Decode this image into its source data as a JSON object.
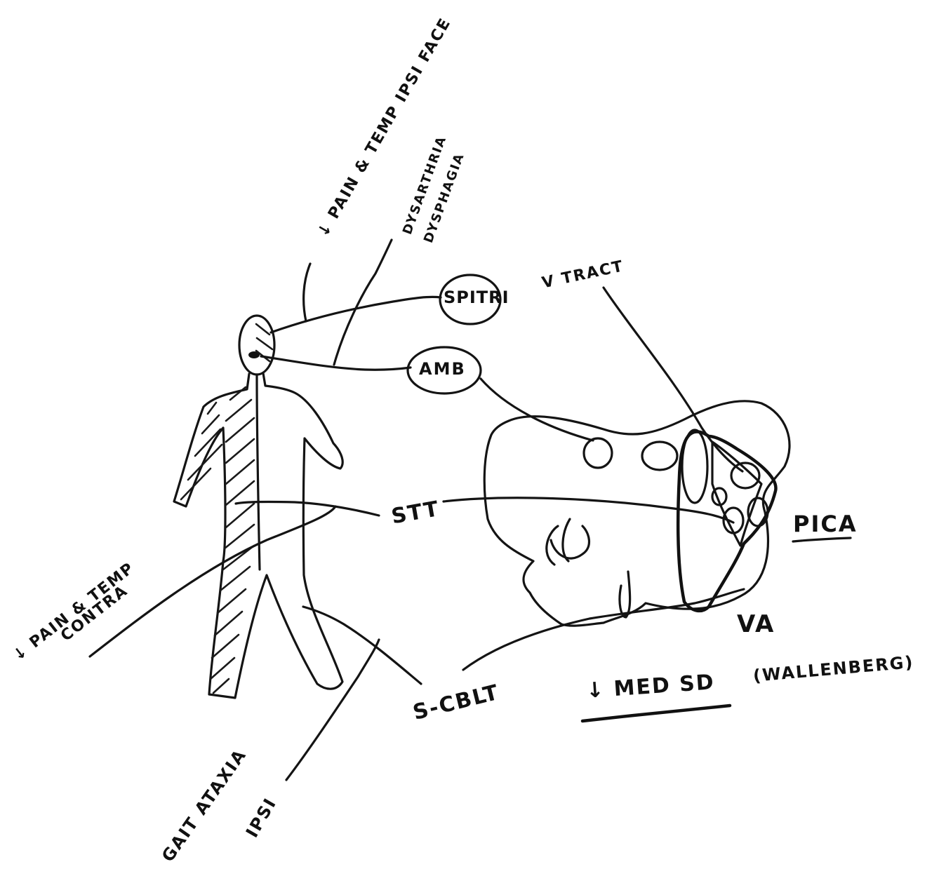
{
  "labels": {
    "ipsi_face": "↓ PAIN & TEMP IPSI FACE",
    "dysarthria": "DYSARTHRIA",
    "dysphagia": "DYSPHAGIA",
    "spinal_tract_node": "SPITRI",
    "spinal_tract_suffix": "V TRACT",
    "amb_node": "AMB",
    "stt": "STT",
    "pica": "PICA",
    "va": "VA",
    "contra_line1": "↓ PAIN & TEMP",
    "contra_line2": "CONTRA",
    "scblt": "S-CBLT",
    "gait_line1": "GAIT ATAXIA",
    "gait_line2": "IPSI",
    "caption": "↓ MED SD",
    "caption_paren": "(WALLENBERG)"
  },
  "colors": {
    "ink": "#141414",
    "paper": "#ffffff"
  }
}
